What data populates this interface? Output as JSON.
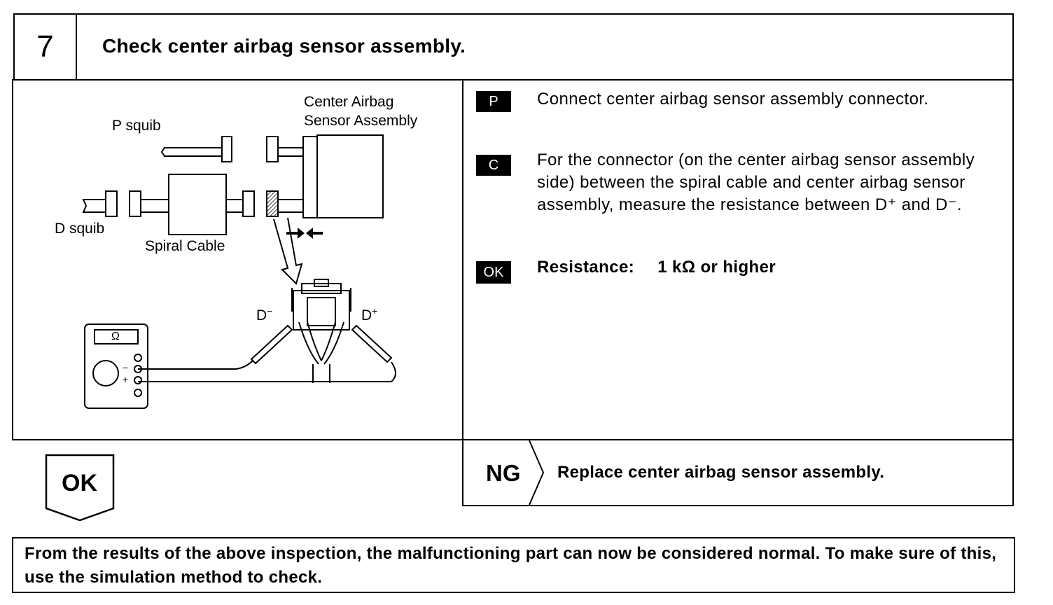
{
  "step": {
    "number": "7",
    "title": "Check center airbag sensor assembly."
  },
  "diagram": {
    "labels": {
      "p_squib": "P squib",
      "d_squib": "D squib",
      "spiral_cable": "Spiral Cable",
      "center_airbag_line1": "Center Airbag",
      "center_airbag_line2": "Sensor Assembly",
      "d_minus": "D",
      "d_plus": "D",
      "minus_sup": "−",
      "plus_sup": "+",
      "ohm": "Ω"
    }
  },
  "instructions": {
    "p": {
      "badge": "P",
      "text": "Connect center airbag sensor assembly connector."
    },
    "c": {
      "badge": "C",
      "text": "For the connector (on the center airbag sensor assembly side) between the spiral cable and center airbag sensor assembly, measure the resistance between D⁺ and D⁻."
    },
    "ok": {
      "badge": "OK",
      "label": "Resistance:",
      "value": "1 kΩ or higher"
    }
  },
  "result": {
    "ok_label": "OK",
    "ng_label": "NG",
    "ng_action": "Replace center airbag sensor assembly."
  },
  "footer": {
    "text": "From the results of the above inspection, the malfunctioning part can now be considered normal. To make sure of this, use the simulation method to check."
  }
}
